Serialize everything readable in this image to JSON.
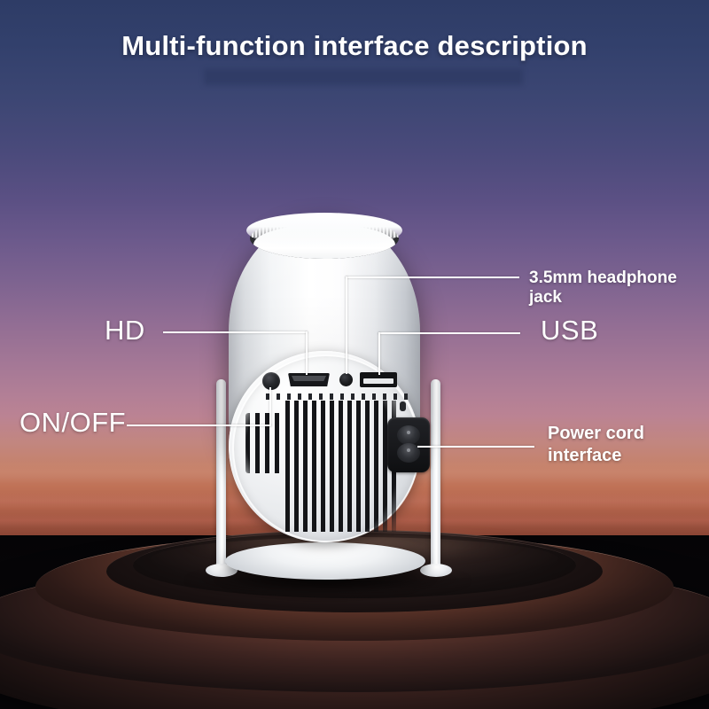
{
  "header": {
    "title": "Multi-function interface description"
  },
  "callouts": [
    {
      "id": "headphone-jack",
      "label": "3.5mm headphone jack",
      "style": "bold",
      "side": "right"
    },
    {
      "id": "usb",
      "label": "USB",
      "style": "light",
      "side": "right"
    },
    {
      "id": "power-cord-interface",
      "label": "Power cord\ninterface",
      "style": "bold-two-line",
      "side": "right"
    },
    {
      "id": "hd",
      "label": "HD",
      "style": "light",
      "side": "left"
    },
    {
      "id": "on-off",
      "label": "ON/OFF",
      "style": "light",
      "side": "left"
    }
  ],
  "device": {
    "type": "portable-projector",
    "ports": [
      {
        "name": "power-button",
        "label": "ON/OFF"
      },
      {
        "name": "hdmi-port",
        "label": "HD"
      },
      {
        "name": "headphone-jack-port",
        "label": "3.5mm headphone jack"
      },
      {
        "name": "usb-port",
        "label": "USB"
      },
      {
        "name": "power-socket",
        "label": "Power cord interface"
      }
    ]
  },
  "colors": {
    "label_text": "#ffffff",
    "leader_line": "#ffffff",
    "sky_top": "#2e3c66",
    "sky_mid": "#8d6b93",
    "sky_horizon": "#c5826c",
    "ground": "#08070a",
    "device_body": "#ffffff",
    "port_dark": "#141518"
  }
}
